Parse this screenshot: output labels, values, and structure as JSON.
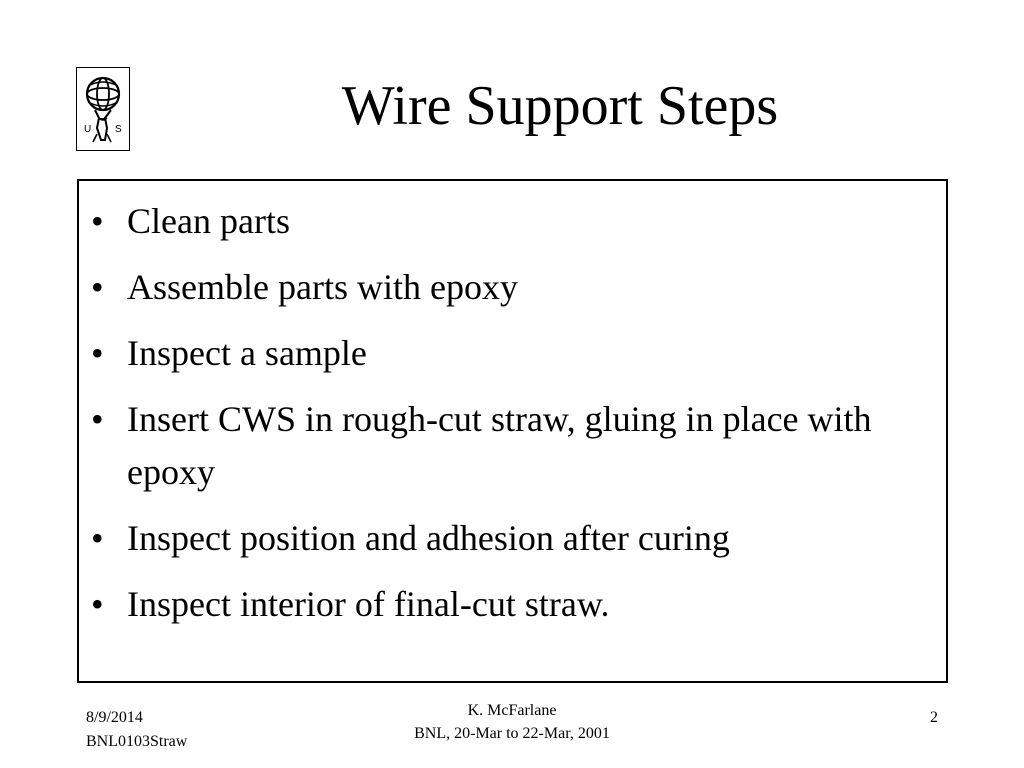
{
  "slide": {
    "title": "Wire Support Steps",
    "bullets": [
      "Clean parts",
      "Assemble parts with epoxy",
      "Inspect a sample",
      "Insert CWS in rough-cut straw, gluing in place with epoxy",
      "Inspect position and adhesion after curing",
      "Inspect interior of final-cut straw."
    ],
    "bullet_glyph": "•"
  },
  "logo": {
    "icon": "atlas-globe-logo-icon",
    "letters": [
      "U",
      "S"
    ]
  },
  "footer": {
    "date": "8/9/2014",
    "file": "BNL0103Straw",
    "author": "K. McFarlane",
    "event": "BNL, 20-Mar to 22-Mar, 2001",
    "page_number": "2"
  }
}
